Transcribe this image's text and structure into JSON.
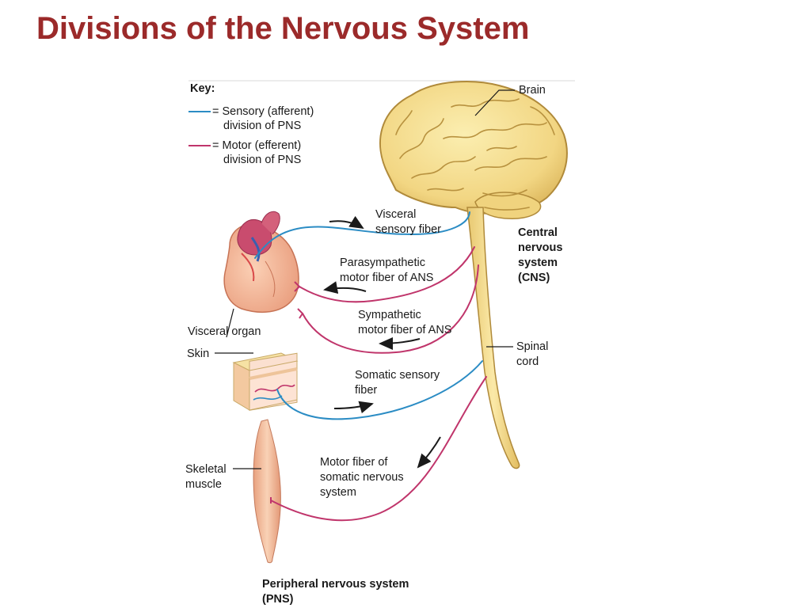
{
  "title": "Divisions of the Nervous System",
  "key": {
    "heading": "Key:",
    "sensory_line1": "= Sensory (afferent)",
    "sensory_line2": "division of PNS",
    "motor_line1": "= Motor (efferent)",
    "motor_line2": "division of PNS"
  },
  "labels": {
    "brain": "Brain",
    "cns_line1": "Central",
    "cns_line2": "nervous",
    "cns_line3": "system",
    "cns_line4": "(CNS)",
    "spinal_line1": "Spinal",
    "spinal_line2": "cord",
    "visceral_sensory_line1": "Visceral",
    "visceral_sensory_line2": "sensory fiber",
    "parasympathetic_line1": "Parasympathetic",
    "parasympathetic_line2": "motor fiber of ANS",
    "sympathetic_line1": "Sympathetic",
    "sympathetic_line2": "motor fiber of ANS",
    "somatic_sensory_line1": "Somatic sensory",
    "somatic_sensory_line2": "fiber",
    "motor_somatic_line1": "Motor fiber of",
    "motor_somatic_line2": "somatic nervous",
    "motor_somatic_line3": "system",
    "visceral_organ": "Visceral organ",
    "skin": "Skin",
    "skeletal_line1": "Skeletal",
    "skeletal_line2": "muscle",
    "pns_line1": "Peripheral nervous system",
    "pns_line2": "(PNS)"
  },
  "colors": {
    "title": "#9b2a2a",
    "sensory": "#2b8cc4",
    "motor": "#c0356b"
  }
}
